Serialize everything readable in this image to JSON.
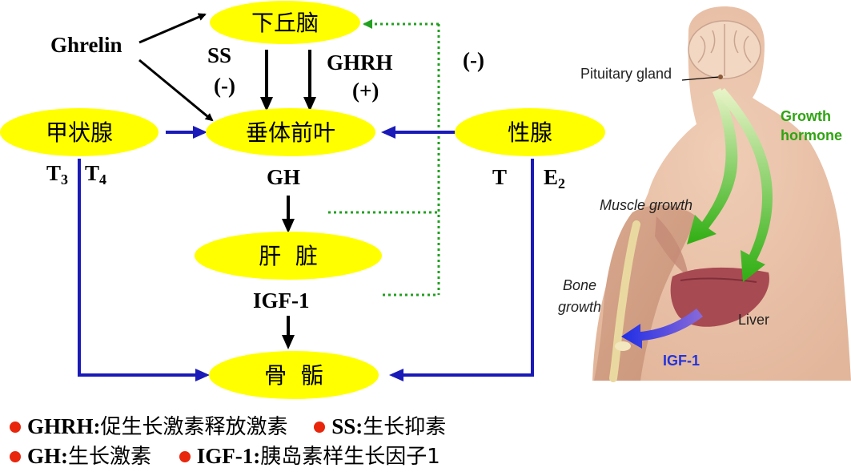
{
  "nodes": {
    "hypothalamus": "下丘脑",
    "pituitary": "垂体前叶",
    "thyroid": "甲状腺",
    "gonad": "性腺",
    "liver": "肝  脏",
    "bone": "骨  骺"
  },
  "labels": {
    "ghrelin": "Ghrelin",
    "ss": "SS",
    "ss_sign": "(-)",
    "ghrh": "GHRH",
    "ghrh_sign": "(+)",
    "feedback_sign": "(-)",
    "gh": "GH",
    "igf1": "IGF-1",
    "t3": "T",
    "t3_sub": "3",
    "t4": "T",
    "t4_sub": "4",
    "t": "T",
    "e2": "E",
    "e2_sub": "2"
  },
  "illustration": {
    "pituitary_gland": "Pituitary gland",
    "growth_hormone_line1": "Growth",
    "growth_hormone_line2": "hormone",
    "muscle_growth": "Muscle growth",
    "bone_growth_line1": "Bone",
    "bone_growth_line2": "growth",
    "liver": "Liver",
    "igf1": "IGF-1"
  },
  "legend": {
    "row1": [
      {
        "abbr": "GHRH:",
        "text": "促生长激素释放激素"
      },
      {
        "abbr": "SS:",
        "text": "生长抑素"
      }
    ],
    "row2": [
      {
        "abbr": "GH:",
        "text": "生长激素"
      },
      {
        "abbr": "IGF-1:",
        "text": "胰岛素样生长因子1"
      }
    ]
  },
  "colors": {
    "node_fill": "#ffff00",
    "blue_arrow": "#1a1ab8",
    "green_dotted": "#22a020",
    "bullet": "#e8260c",
    "green_hormone": "#3cb81a",
    "igf_blue": "#2233dd"
  }
}
